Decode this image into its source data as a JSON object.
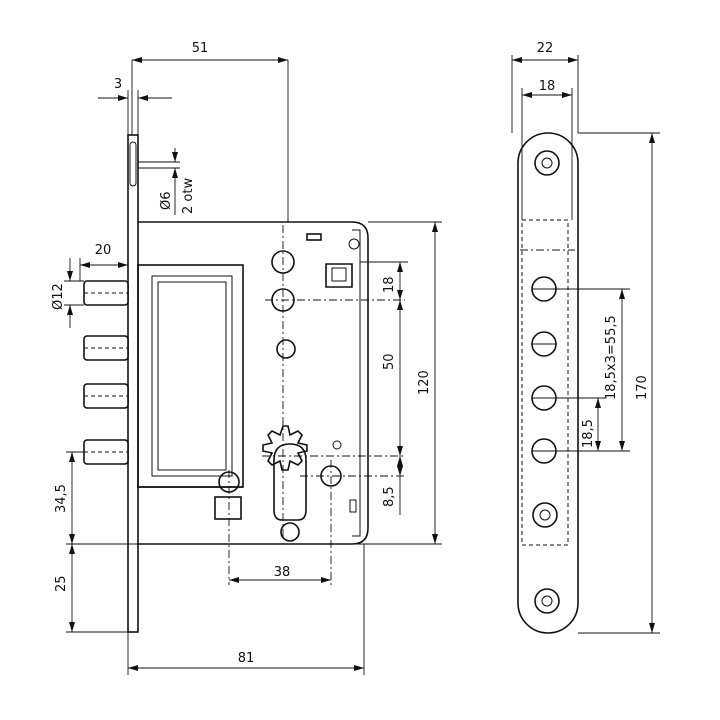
{
  "drawing": {
    "dimensions": {
      "d51": "51",
      "d3": "3",
      "d6_note": "Ø6",
      "d6_note2": "2 otw",
      "d20": "20",
      "d12": "Ø12",
      "d18_side": "18",
      "d50": "50",
      "d120": "120",
      "d8_5": "8,5",
      "d34_5": "34,5",
      "d25": "25",
      "d38": "38",
      "d81": "81",
      "d22": "22",
      "d18_front": "18",
      "d18_5x3": "18,5x3=55,5",
      "d18_5": "18,5",
      "d170": "170"
    }
  }
}
